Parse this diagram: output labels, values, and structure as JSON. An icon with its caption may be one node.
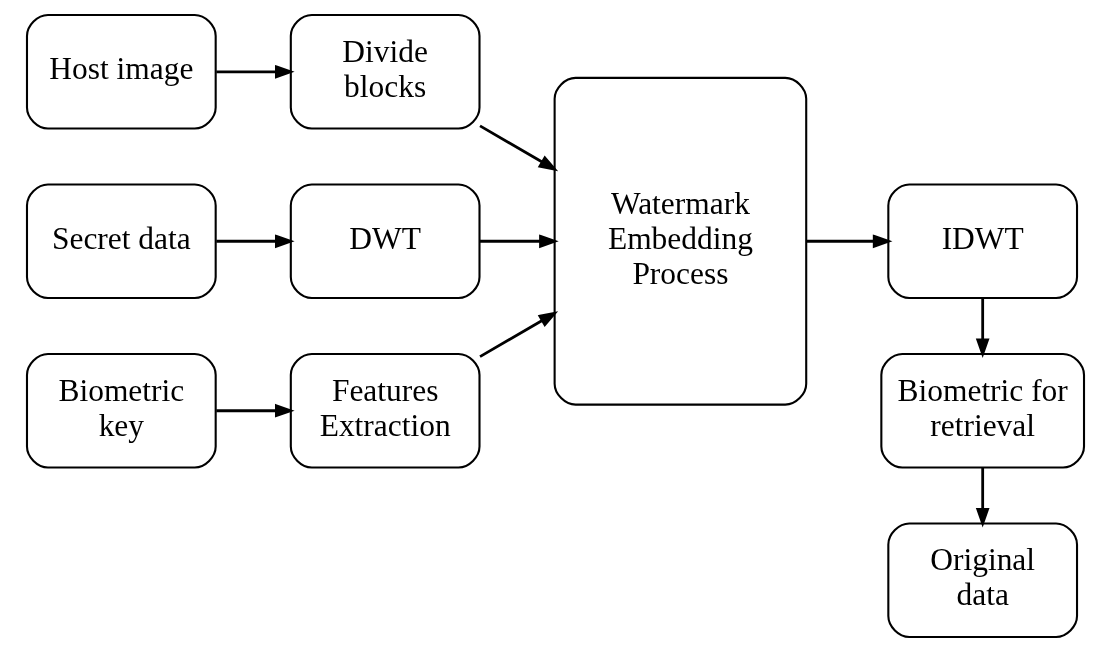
{
  "diagram": {
    "nodes": [
      {
        "text": [
          "Host image"
        ]
      },
      {
        "text": [
          "Divide blocks"
        ]
      },
      {
        "text": [
          "Secret data"
        ]
      },
      {
        "text": [
          "DWT"
        ]
      },
      {
        "text": [
          "Biometric key"
        ]
      },
      {
        "text": [
          "Features Extraction"
        ]
      },
      {
        "text": [
          "Watermark Embedding Process"
        ]
      },
      {
        "text": [
          "IDWT"
        ]
      },
      {
        "text": [
          "Biometric for retrieval"
        ]
      },
      {
        "text": [
          "Original data"
        ]
      }
    ],
    "edges": [
      {
        "from": 0,
        "to": 1,
        "arrow": "to"
      },
      {
        "from": 1,
        "to": 6,
        "arrow": "to"
      },
      {
        "from": 2,
        "to": 3,
        "arrow": "to"
      },
      {
        "from": 3,
        "to": 6,
        "arrow": "to"
      },
      {
        "from": 4,
        "to": 5,
        "arrow": "to"
      },
      {
        "from": 5,
        "to": 6,
        "arrow": "to"
      },
      {
        "from": 6,
        "to": 7,
        "arrow": "to"
      },
      {
        "from": 7,
        "to": 8,
        "arrow": "to"
      },
      {
        "from": 8,
        "to": 9,
        "arrow": "to"
      }
    ]
  }
}
